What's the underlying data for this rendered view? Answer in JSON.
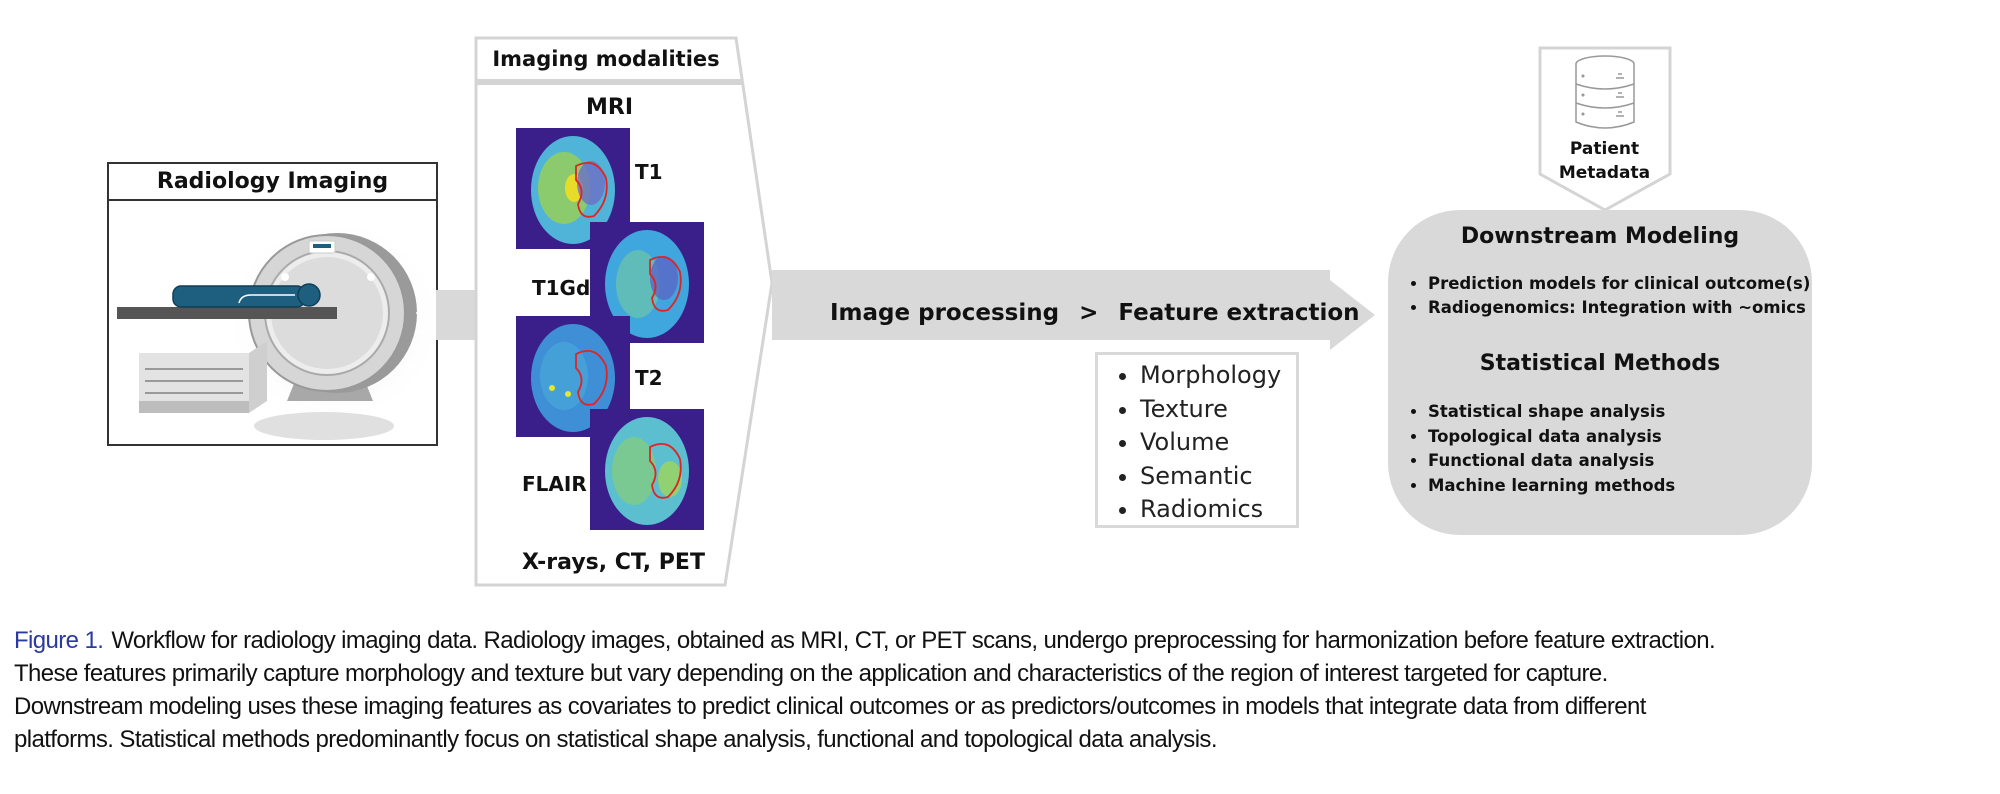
{
  "figure": {
    "radiology": {
      "title": "Radiology Imaging",
      "illustration": "mri-scanner-with-patient"
    },
    "modalities": {
      "title": "Imaging modalities",
      "mri_label": "MRI",
      "sequences": [
        {
          "label": "T1"
        },
        {
          "label": "T1Gd"
        },
        {
          "label": "T2"
        },
        {
          "label": "FLAIR"
        }
      ],
      "other": "X-rays, CT, PET"
    },
    "processing": {
      "step1": "Image processing",
      "separator": ">",
      "step2": "Feature extraction"
    },
    "features": [
      "Morphology",
      "Texture",
      "Volume",
      "Semantic",
      "Radiomics"
    ],
    "metadata": {
      "icon": "database-icon",
      "line1": "Patient",
      "line2": "Metadata"
    },
    "downstream": {
      "title": "Downstream Modeling",
      "items": [
        "Prediction models for clinical outcome(s)",
        "Radiogenomics: Integration with ~omics"
      ],
      "stats_title": "Statistical Methods",
      "stats_items": [
        "Statistical shape analysis",
        "Topological data analysis",
        "Functional data analysis",
        "Machine learning methods"
      ]
    },
    "colors": {
      "arrow": "#d9d9d9",
      "box_fill": "#d9d9d9",
      "patient": "#1e5f7f",
      "brain_bg": "#3a1f8a",
      "caption_label": "#2b3aa0"
    }
  },
  "caption": {
    "label": "Figure 1.",
    "lines": [
      "Workflow for radiology imaging data. Radiology images, obtained as MRI, CT, or PET scans, undergo preprocessing for harmonization before feature extraction.",
      "These features primarily capture morphology and texture but vary depending on the application and characteristics of the region of interest targeted for capture.",
      "Downstream modeling uses these imaging features as covariates to predict clinical outcomes or as predictors/outcomes in models that integrate data from different",
      "platforms. Statistical methods predominantly focus on statistical shape analysis, functional and topological data analysis."
    ]
  }
}
